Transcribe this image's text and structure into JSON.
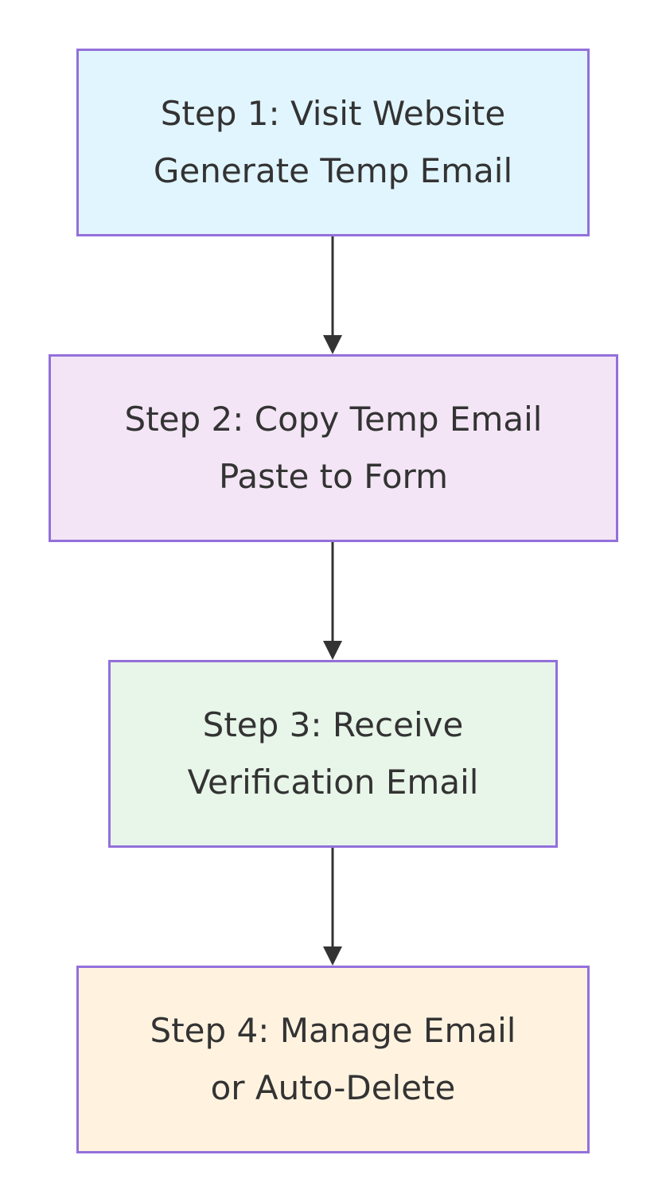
{
  "steps": [
    {
      "line1": "Step 1: Visit Website",
      "line2": "Generate Temp Email",
      "fill": "#e1f5fe"
    },
    {
      "line1": "Step 2: Copy Temp Email",
      "line2": "Paste to Form",
      "fill": "#f3e5f5"
    },
    {
      "line1": "Step 3: Receive",
      "line2": "Verification Email",
      "fill": "#e8f5e9"
    },
    {
      "line1": "Step 4: Manage Email",
      "line2": "or Auto-Delete",
      "fill": "#fff3e0"
    }
  ],
  "colors": {
    "node_border": "#9370db",
    "edge": "#333333",
    "text": "#333333"
  }
}
